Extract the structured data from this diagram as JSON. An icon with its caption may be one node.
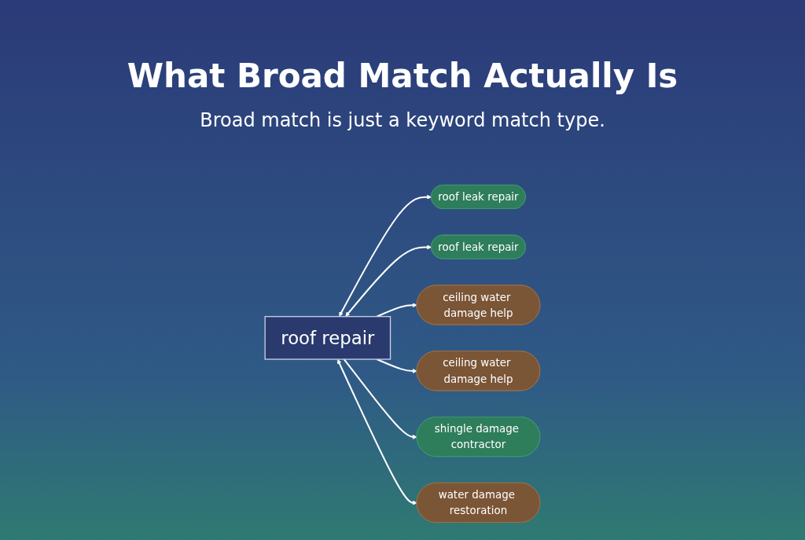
{
  "diagram": {
    "title": "What Broad Match Actually Is",
    "nodes": [
      {
        "text": [
          "roof leak repair"
        ]
      },
      {
        "text": [
          "ceiling water damage help"
        ]
      },
      {
        "text": [
          "roof repair"
        ]
      },
      {
        "text": [
          "roof leak repair"
        ]
      },
      {
        "text": [
          "ceiling water damage help"
        ]
      },
      {
        "text": [
          "shingle damage contractor"
        ]
      },
      {
        "text": [
          "water damage restoration"
        ]
      }
    ],
    "edges": [
      {
        "from": 2,
        "to": 0,
        "arrow": "both"
      },
      {
        "from": 2,
        "to": 3,
        "arrow": "both"
      },
      {
        "from": 2,
        "to": 1,
        "arrow": "to"
      },
      {
        "from": 2,
        "to": 4,
        "arrow": "to"
      },
      {
        "from": 2,
        "to": 5,
        "arrow": "to"
      },
      {
        "from": 2,
        "to": 6,
        "arrow": "both"
      }
    ],
    "labels": [
      "Broad match is just a keyword match type."
    ]
  }
}
